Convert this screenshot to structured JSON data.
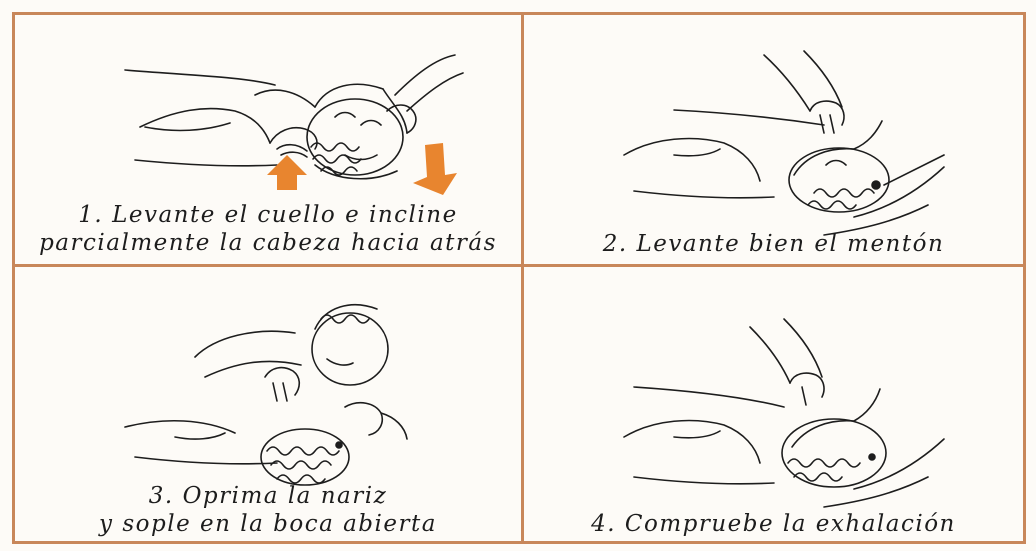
{
  "steps": [
    {
      "number": "1.",
      "lines": [
        "Levante el cuello e incline",
        "parcialmente la cabeza hacia atrás"
      ]
    },
    {
      "number": "2.",
      "lines": [
        "Levante bien el mentón"
      ]
    },
    {
      "number": "3.",
      "lines": [
        "Oprima la nariz",
        "y sople en la boca abierta"
      ]
    },
    {
      "number": "4.",
      "lines": [
        "Compruebe la exhalación"
      ]
    }
  ],
  "colors": {
    "frame": "#c8875a",
    "arrow": "#e8852f",
    "ink": "#1d1d1d",
    "paper": "#fdfbf7"
  },
  "icons": [
    "neck-lift-arrow-icon",
    "head-tilt-arrow-icon"
  ]
}
